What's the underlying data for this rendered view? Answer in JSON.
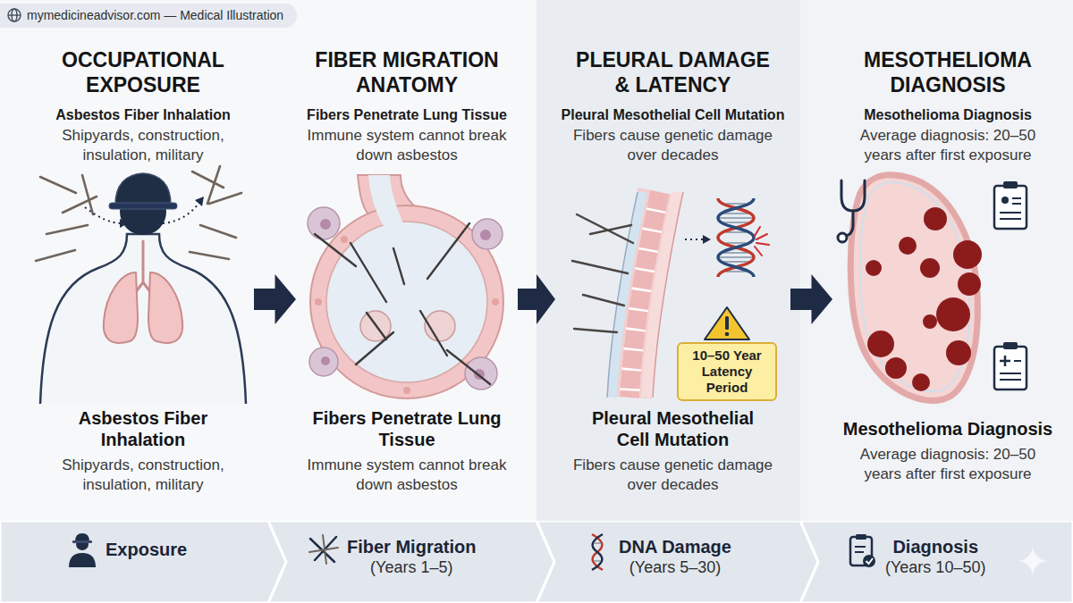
{
  "diagram": {
    "nodes": [
      {
        "text": [
          "OCCUPATIONAL EXPOSURE",
          "Asbestos Fiber Inhalation",
          "Shipyards, construction, insulation, military",
          "Asbestos Fiber Inhalation",
          "Shipyards, construction, insulation, military"
        ]
      },
      {
        "text": [
          "FIBER MIGRATION ANATOMY",
          "Fibers Penetrate Lung Tissue",
          "Immune system cannot break down asbestos",
          "Fibers Penetrate Lung Tissue",
          "Immune system cannot break down asbestos"
        ]
      },
      {
        "text": [
          "PLEURAL DAMAGE & LATENCY",
          "Pleural Mesothelial Cell Mutation",
          "Fibers cause genetic damage over decades",
          "Pleural Mesothelial Cell Mutation",
          "Fibers cause genetic damage over decades"
        ]
      },
      {
        "text": [
          "10–50 Year Latency Period"
        ],
        "in": 2
      },
      {
        "text": [
          "MESOTHELIOMA DIAGNOSIS",
          "Mesothelioma Diagnosis",
          "Average diagnosis: 20–50 years after first exposure",
          "Mesothelioma Diagnosis",
          "Average diagnosis: 20–50 years after first exposure"
        ]
      },
      {
        "text": [
          "Exposure"
        ]
      },
      {
        "text": [
          "Fiber Migration",
          "(Years 1–5)"
        ]
      },
      {
        "text": [
          "DNA Damage",
          "(Years 5–30)"
        ]
      },
      {
        "text": [
          "Diagnosis",
          "(Years 10–50)"
        ]
      }
    ],
    "edges": [
      {
        "from": 0,
        "to": 1,
        "arrow": "to"
      },
      {
        "from": 1,
        "to": 2,
        "arrow": "to"
      },
      {
        "from": 2,
        "to": 4,
        "arrow": "to"
      }
    ],
    "labels": [
      "mymedicineadvisor.com — Medical Illustration"
    ]
  }
}
